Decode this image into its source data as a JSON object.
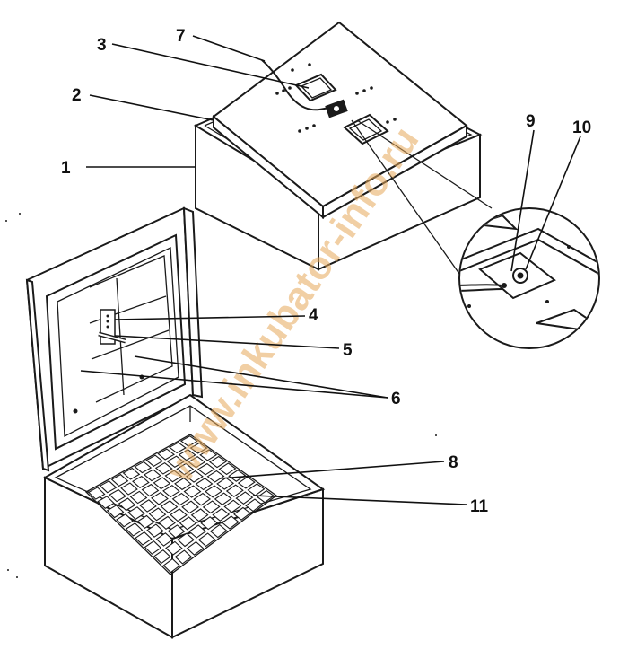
{
  "watermark": "www.inkubator-info.ru",
  "labels": {
    "n1": "1",
    "n2": "2",
    "n3": "3",
    "n4": "4",
    "n5": "5",
    "n6": "6",
    "n7": "7",
    "n8": "8",
    "n9": "9",
    "n10": "10",
    "n11": "11"
  },
  "colors": {
    "ink": "#1a1a1a",
    "watermark": "#e6a85a",
    "background": "#ffffff"
  }
}
